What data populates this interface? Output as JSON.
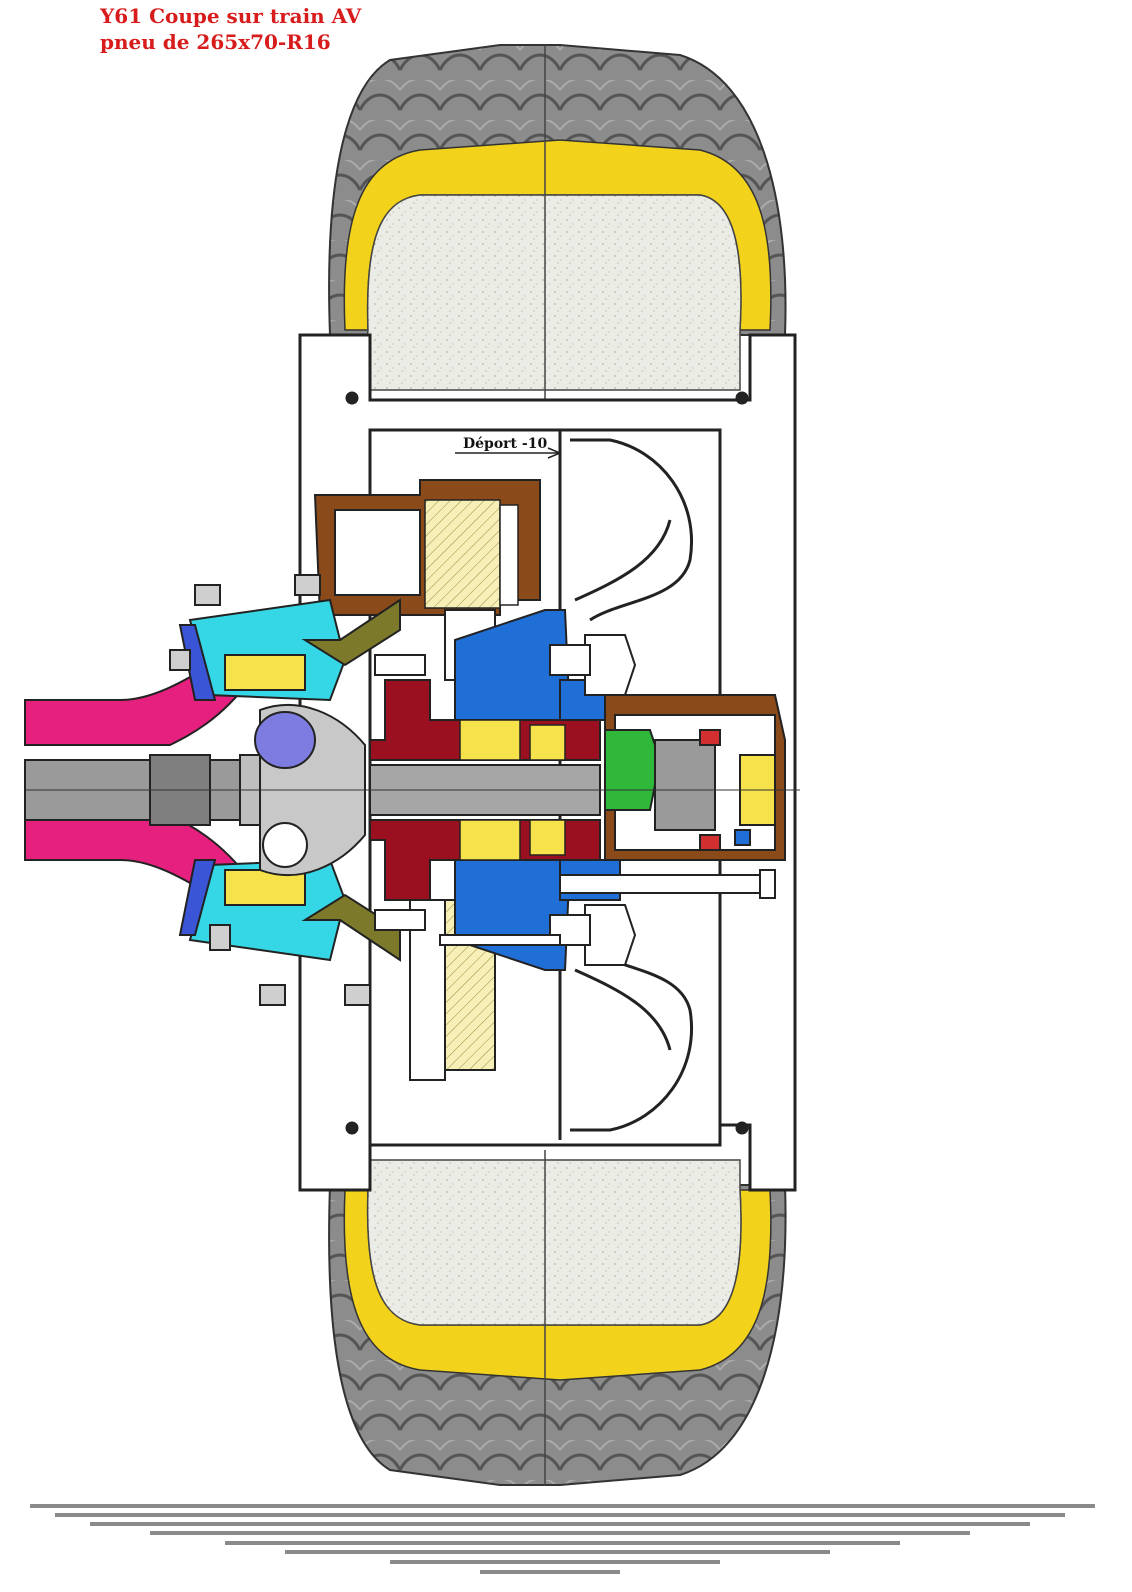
{
  "title": {
    "line1": "Y61 Coupe sur train AV",
    "line2": "pneu de 265x70-R16"
  },
  "labels": {
    "deport": "Déport -10"
  },
  "colors": {
    "title_text": "#d81b1b",
    "tire": "#8c8c8c",
    "tire_sidewall": "#f2d21b",
    "inner_tube": "#e8e8e2",
    "rim": "#ffffff",
    "upright_cyan": "#35d6e6",
    "drive_arm_magenta": "#e6207e",
    "hub_red": "#9b1020",
    "hub_blue": "#1f6fd6",
    "brake_brown": "#8b4a1a",
    "hub_green": "#2fb83a",
    "shaft_grey": "#9a9a9a",
    "bearing_yellow": "#f6e24a",
    "olive": "#7c7a2a"
  }
}
